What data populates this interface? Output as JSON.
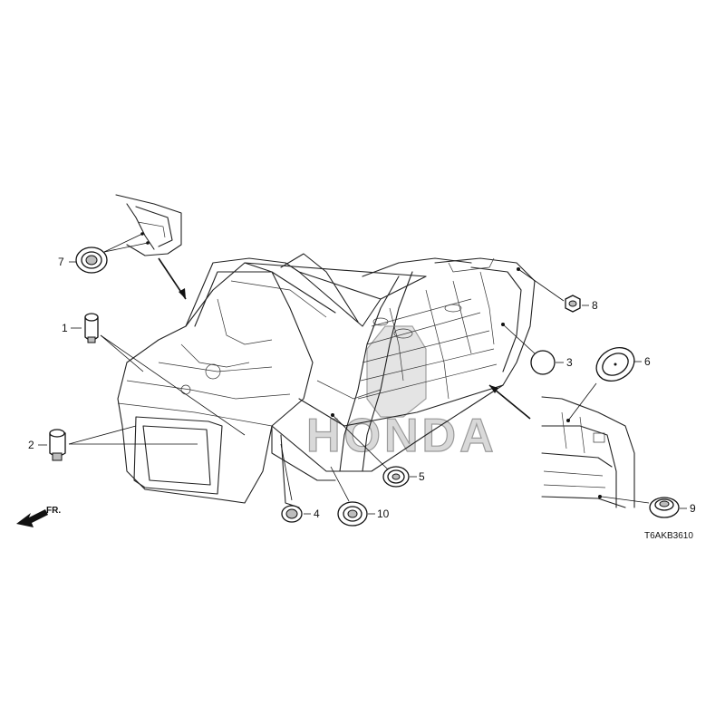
{
  "diagram_code": "T6AKB3610",
  "front_indicator": "FR.",
  "watermark_text": "HONDA",
  "callouts": [
    {
      "number": "1",
      "part": "plug-cylinder"
    },
    {
      "number": "2",
      "part": "plug-cylinder"
    },
    {
      "number": "3",
      "part": "round-seal"
    },
    {
      "number": "4",
      "part": "grommet"
    },
    {
      "number": "5",
      "part": "grommet"
    },
    {
      "number": "6",
      "part": "oval-plug"
    },
    {
      "number": "7",
      "part": "grommet"
    },
    {
      "number": "8",
      "part": "hex-plug"
    },
    {
      "number": "9",
      "part": "grommet"
    },
    {
      "number": "10",
      "part": "grommet"
    }
  ]
}
